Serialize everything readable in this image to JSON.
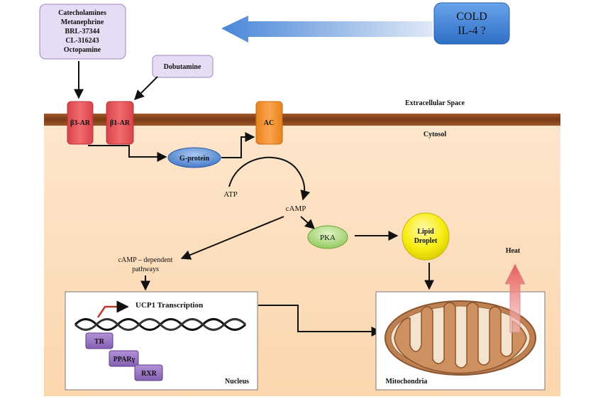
{
  "signal_box": {
    "lines": [
      "Catecholamines",
      "Metanephrine",
      "BRL-37344",
      "CL-316243",
      "Octopamine"
    ]
  },
  "dobutamine_label": "Dobutamine",
  "stimulus": {
    "line1": "COLD",
    "line2": "IL-4 ?"
  },
  "regions": {
    "extracellular": "Extracellular Space",
    "cytosol": "Cytosol",
    "nucleus": "Nucleus",
    "mitochondria": "Mitochondria"
  },
  "receptors": {
    "beta3": "β3-AR",
    "beta1": "β1-AR"
  },
  "adenylyl_cyclase": "AC",
  "g_protein": "G-protein",
  "atp": "ATP",
  "camp": "cAMP",
  "pka": "PKA",
  "lipid_droplet": {
    "line1": "Lipid",
    "line2": "Droplet"
  },
  "camp_pathways": {
    "line1": "cAMP – dependent",
    "line2": "pathways"
  },
  "heat": "Heat",
  "ucp1": "UCP1 Transcription",
  "nuclear_factors": {
    "tr": "TR",
    "ppar": "PPARγ",
    "rxr": "RXR"
  },
  "colors": {
    "membrane": "#8b4513",
    "cytosol_fill": "#fde3c4",
    "receptor": "#e8555a",
    "adenylyl_cyclase": "#f5922e",
    "g_protein": "#5b8fd6",
    "pka": "#a6d96a",
    "lipid_droplet": "#f5ec10",
    "stimulus": "#3d7fd3",
    "factor_box": "#9a72c2",
    "signal_box": "#e6dcf3",
    "heat_arrow": "#e05a5a"
  }
}
